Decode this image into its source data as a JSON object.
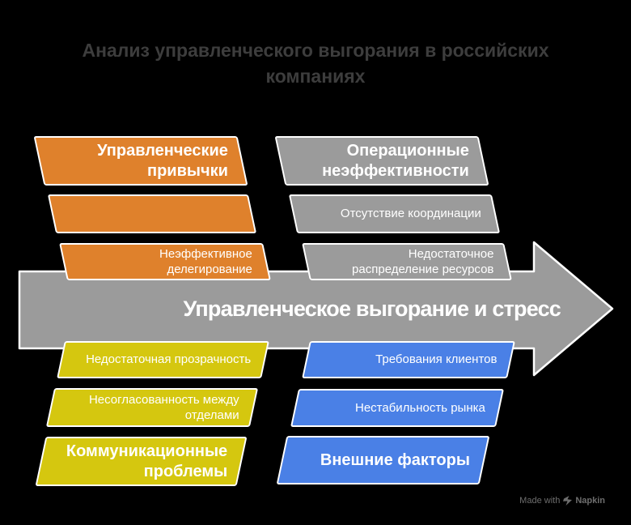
{
  "title": {
    "text": "Анализ управленческого выгорания в российских\nкомпаниях"
  },
  "arrow": {
    "label": "Управленческое выгорание и стресс"
  },
  "bars": {
    "top_left_header": {
      "label": "Управленческие\nпривычки"
    },
    "top_left_item1": {
      "label": ""
    },
    "top_left_item2": {
      "label": "Неэффективное\nделегирование"
    },
    "top_right_header": {
      "label": "Операционные\nнеэффективности"
    },
    "top_right_item1": {
      "label": "Отсутствие координации"
    },
    "top_right_item2": {
      "label": "Недостаточное\nраспределение ресурсов"
    },
    "bottom_left_item1": {
      "label": "Недостаточная прозрачность"
    },
    "bottom_left_item2": {
      "label": "Несогласованность между\nотделами"
    },
    "bottom_left_header": {
      "label": "Коммуникационные\nпроблемы"
    },
    "bottom_right_item1": {
      "label": "Требования клиентов"
    },
    "bottom_right_item2": {
      "label": "Нестабильность рынка"
    },
    "bottom_right_header": {
      "label": "Внешние факторы"
    }
  },
  "footer": {
    "made_with": "Made with",
    "brand": "Napkin"
  },
  "colors": {
    "background": "#000000",
    "title_text": "#3d3d3d",
    "bar_text": "#ffffff",
    "orange": "#df812c",
    "gray": "#9b9b9b",
    "yellow": "#d5c70f",
    "blue": "#4a80e6",
    "arrow": "#9b9b9b",
    "footer_text": "#6e6e6e"
  }
}
